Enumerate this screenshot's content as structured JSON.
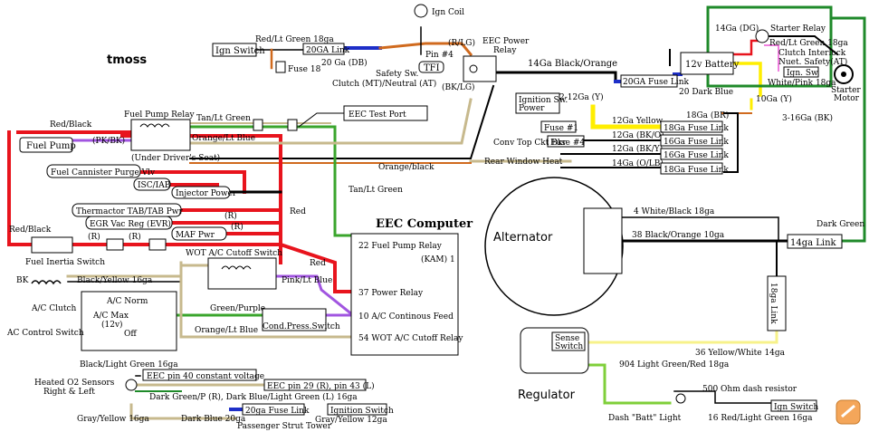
{
  "author": "tmoss",
  "components": {
    "ign_switch": "Ign Switch",
    "fuse18": "Fuse 18",
    "link20": "20GA Link",
    "wire_20ga_db": "20 Ga (DB)",
    "safety_sw": "Safety Sw.",
    "clutch_neutral": "Clutch (MT)/Neutral (AT)",
    "ign_coil": "Ign Coil",
    "tfi": "TFI",
    "pin4": "Pin #4",
    "r_lg": "(R/LG)",
    "bk_lg": "(BK/LG)",
    "eec_power_relay_1": "EEC Power",
    "eec_power_relay_2": "Relay",
    "wire_14ga_bk_or": "14Ga Black/Orange",
    "link_20ga_fuse": "20GA Fuse Link",
    "wire_20_db": "20 Dark Blue",
    "battery": "12v Battery",
    "wire_14ga_dg": "14Ga (DG)",
    "starter_relay": "Starter Relay",
    "r_lg_18": "Red/Lt Green 18ga",
    "interlock_1": "Clutch Interlock",
    "interlock_2": "Nuet. Safety(AT)",
    "ign_sw_small": "Ign. Sw.",
    "w_pk_18": "White/Pink 18ga",
    "starter_motor_1": "Starter",
    "starter_motor_2": "Motor",
    "w_10ga_y": "10Ga (Y)",
    "w_18ga_br": "18Ga (BR)",
    "w_3_16ga_bk": "3-16Ga (BK)",
    "ignition_sw_power_1": "Ignition Sw.",
    "ignition_sw_power_2": "Power",
    "w_2_12ga_y": "2-12Ga (Y)",
    "fuse1": "Fuse #1",
    "fuse4": "Fuse #4",
    "w_12ga_yellow": "12Ga Yellow",
    "w_12ga_bk_o": "12Ga (BK/O)",
    "w_12ga_bk_y": "12Ga (BK/Y)",
    "w_14ga_o_lb": "14Ga (O/LB)",
    "l18_1": "18Ga Fuse Link",
    "l16_1": "16Ga Fuse Link",
    "l16_2": "16Ga Fuse Link",
    "l18_2": "18Ga Fuse Link",
    "conv_top": "Conv Top Ckt Bkr",
    "rear_heat": "Rear Window Heat",
    "red_black_1": "Red/Black",
    "fuel_pump_relay": "Fuel Pump Relay",
    "tan_lt_green_1": "Tan/Lt Green",
    "eec_test_port": "EEC Test Port",
    "fuel_pump": "Fuel Pump",
    "pk_bk": "(PK/BK)",
    "orange_lt_blue_1": "Orange/Lt Blue",
    "under_seat": "(Under Driver's Seat)",
    "orange_black": "Orange/black",
    "fuel_canister": "Fuel Cannister Purge Vlv",
    "isc_iab": "ISC/IAB",
    "injector_power": "Injector Power",
    "tan_lt_green_2": "Tan/Lt Green",
    "thermactor": "Thermactor TAB/TAB Pwr",
    "egr": "EGR Vac Reg (EVR)",
    "maf": "MAF Pwr",
    "r_mark": "(R)",
    "red_label_1": "Red",
    "red_black_2": "Red/Black",
    "fuel_inertia": "Fuel Inertia Switch",
    "wot_cutoff": "WOT A/C Cutoff Switch",
    "red_label_2": "Red",
    "bk": "BK",
    "black_yellow": "Black/Yellow 16ga",
    "ac_clutch": "A/C Clutch",
    "pink_lt_blue": "Pink/Lt Blue",
    "green_purple": "Green/Purple",
    "ac_norm": "A/C Norm",
    "ac_max_1": "A/C Max",
    "ac_max_2": "(12v)",
    "off": "Off",
    "ac_control": "AC Control Switch",
    "orange_lt_blue_2": "Orange/Lt Blue",
    "cond_press": "Cond.Press.Switch",
    "eec_computer": "EEC Computer",
    "pin22": "22 Fuel Pump Relay",
    "kam": "(KAM) 1",
    "pin37": "37 Power Relay",
    "pin10": "10 A/C Continous Feed",
    "pin54": "54 WOT A/C Cutoff Relay",
    "alternator": "Alternator",
    "w4": "4 White/Black 18ga",
    "w38": "38 Black/Orange 10ga",
    "dark_green": "Dark Green",
    "link14": "14ga Link",
    "link18v": "18ga Link",
    "w36": "36 Yellow/White 14ga",
    "sense_1": "Sense",
    "sense_2": "Switch",
    "regulator": "Regulator",
    "w904": "904 Light Green/Red 18ga",
    "dash_res": "500 Ohm dash resistor",
    "ign_switch_2": "Ign Switch",
    "batt_light": "Dash \"Batt\" Light",
    "w16": "16 Red/Light Green 16ga",
    "o2_bk_lg": "Black/Light Green 16ga",
    "eec_pin40": "EEC pin 40 constant voltage",
    "o2_heated_1": "Heated O2 Sensors",
    "o2_heated_2": "Right & Left",
    "eec_pin29": "EEC pin 29 (R), pin 43 (L)",
    "o2_dg": "Dark Green/P (R), Dark Blue/Light Green (L) 16ga",
    "gray_yellow_16": "Gray/Yellow 16ga",
    "db20": "Dark Blue 20ga",
    "link20_fuse": "20ga Fuse Link",
    "ign_switch_3": "Ignition Switch",
    "pass_strut": "Passenger Strut Tower",
    "gray_yellow_12": "Gray/Yellow 12ga"
  },
  "colors": {
    "red": "#e8141d",
    "green": "#3aa52c",
    "yellow": "#ffee00",
    "blue": "#1e2fc8",
    "orange": "#d06a1e",
    "tan": "#c7b98d",
    "purple": "#a155e0",
    "pink": "#f080e0",
    "black": "#000000",
    "dark_green": "#1f8a2a",
    "light_green": "#7fcf3a",
    "lt_yellow": "#f7f28a"
  }
}
